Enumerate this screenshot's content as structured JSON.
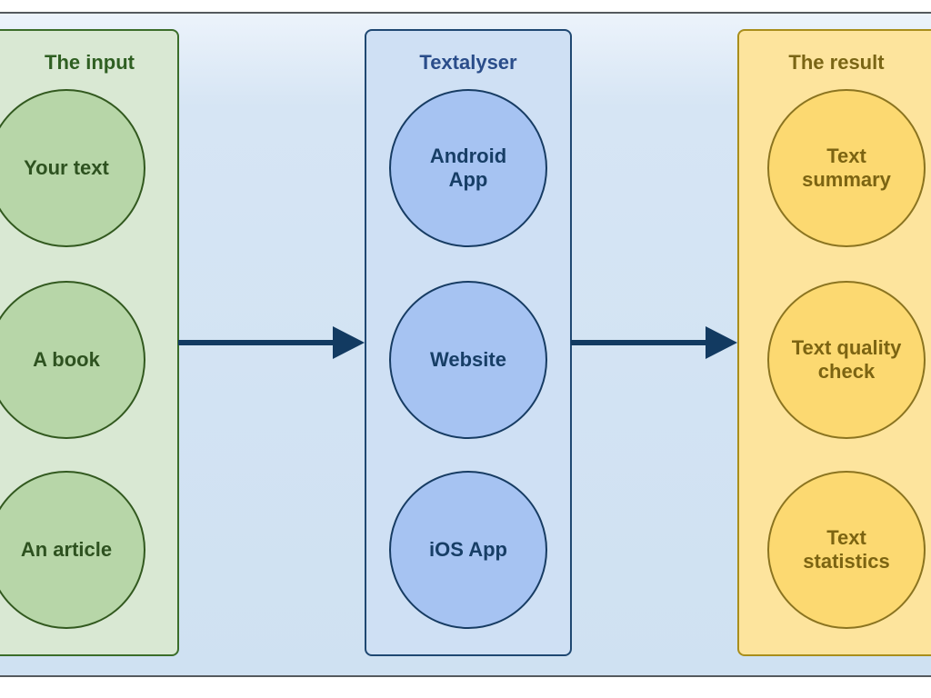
{
  "colors": {
    "input_fill": "#d9e8d3",
    "input_stroke": "#3b6d2a",
    "input_node_fill": "#b7d6a8",
    "app_fill": "#cfe0f4",
    "app_stroke": "#1f4872",
    "app_node_fill": "#a6c3f2",
    "result_fill": "#fde49d",
    "result_stroke": "#a98e1b",
    "result_node_fill": "#fcd971",
    "arrow": "#123a61"
  },
  "input": {
    "title": "The input",
    "nodes": [
      "Your text",
      "A book",
      "An article"
    ]
  },
  "textalyser": {
    "title": "Textalyser",
    "nodes": [
      "Android\nApp",
      "Website",
      "iOS App"
    ]
  },
  "result": {
    "title": "The result",
    "nodes": [
      "Text\nsummary",
      "Text quality\ncheck",
      "Text\nstatistics"
    ]
  }
}
